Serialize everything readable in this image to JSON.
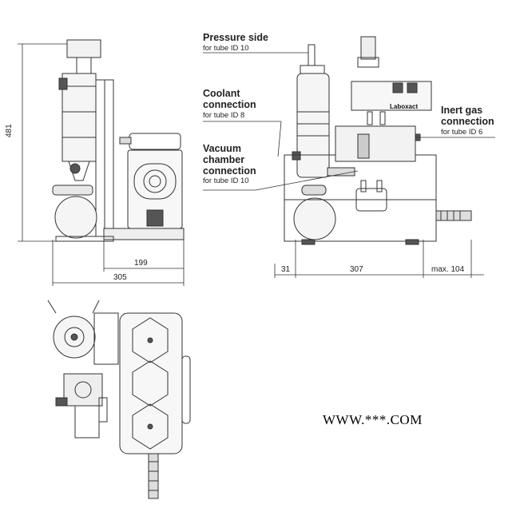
{
  "labels": {
    "pressure_side": {
      "title": "Pressure side",
      "sub": "for tube ID 10"
    },
    "coolant": {
      "title1": "Coolant",
      "title2": "connection",
      "sub": "for tube ID 8"
    },
    "vacuum": {
      "title1": "Vacuum",
      "title2": "chamber",
      "title3": "connection",
      "sub": "for tube ID 10"
    },
    "inert_gas": {
      "title1": "Inert gas",
      "title2": "connection",
      "sub": "for tube ID 6"
    }
  },
  "brand": "Laboxact",
  "dimensions": {
    "height": "481",
    "side_inner": "199",
    "side_total": "305",
    "front_left": "31",
    "front_main": "307",
    "front_right": "max. 104"
  },
  "watermark": "WWW.***.COM",
  "colors": {
    "line": "#333333",
    "fill_light": "#e8e8e8",
    "fill_dark": "#555555"
  }
}
